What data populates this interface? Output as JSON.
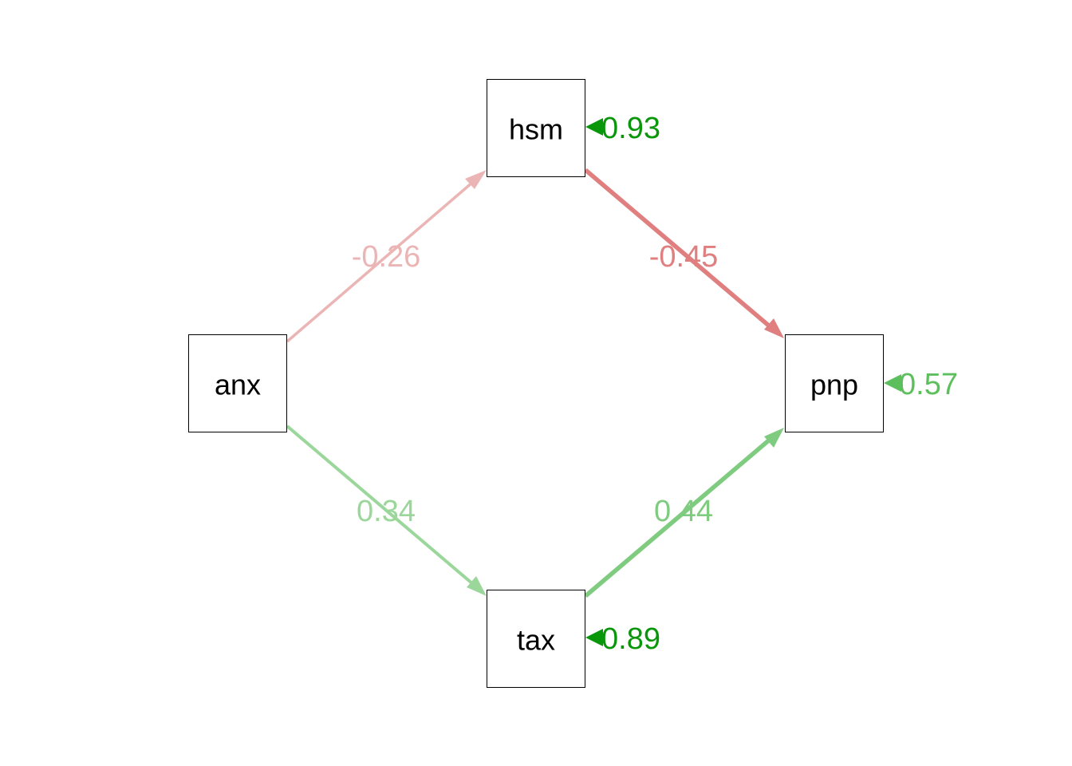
{
  "nodes": {
    "anx": {
      "label": "anx"
    },
    "hsm": {
      "label": "hsm"
    },
    "tax": {
      "label": "tax"
    },
    "pnp": {
      "label": "pnp"
    }
  },
  "edges": {
    "anx_hsm": {
      "from": "anx",
      "to": "hsm",
      "label": "-0.26",
      "color": "#ebb5b5"
    },
    "hsm_pnp": {
      "from": "hsm",
      "to": "pnp",
      "label": "-0.45",
      "color": "#df7f7f"
    },
    "anx_tax": {
      "from": "anx",
      "to": "tax",
      "label": "0.34",
      "color": "#9bd69b"
    },
    "tax_pnp": {
      "from": "tax",
      "to": "pnp",
      "label": "0.44",
      "color": "#7fcb7f"
    }
  },
  "residuals": {
    "hsm": {
      "label": "0.93",
      "color": "#0a960a"
    },
    "pnp": {
      "label": "0.57",
      "color": "#5cbf5c"
    },
    "tax": {
      "label": "0.89",
      "color": "#0a960a"
    }
  }
}
